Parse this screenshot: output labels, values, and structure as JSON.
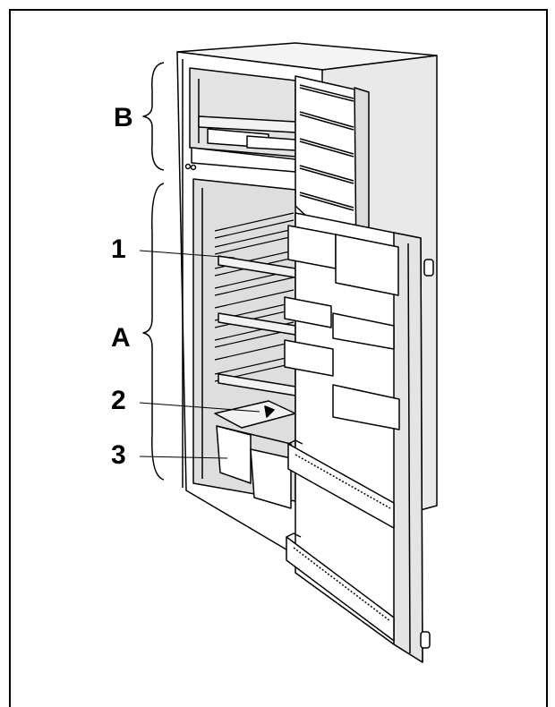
{
  "labels": {
    "compartment_b": "B",
    "compartment_a": "A",
    "callout_1": "1",
    "callout_2": "2",
    "callout_3": "3"
  },
  "colors": {
    "line": "#000000",
    "cabinet_side": "#e9e9e9",
    "cabinet_front": "#ffffff",
    "interior_shade": "#dedede",
    "shelf": "#f2f2f2"
  }
}
